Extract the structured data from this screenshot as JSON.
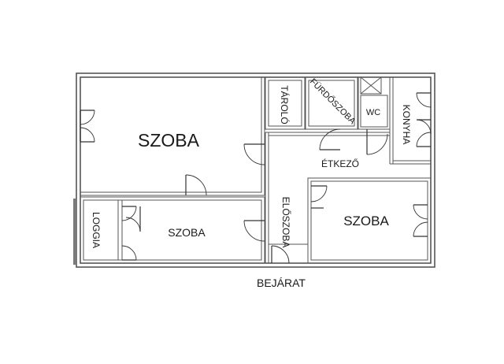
{
  "plan": {
    "rooms": [
      {
        "id": "szoba-1",
        "label": "SZOBA"
      },
      {
        "id": "szoba-2",
        "label": "SZOBA"
      },
      {
        "id": "szoba-3",
        "label": "SZOBA"
      },
      {
        "id": "tarolo",
        "label": "TÁROLÓ"
      },
      {
        "id": "furdoszoba",
        "label": "FÜRDŐSZOBA"
      },
      {
        "id": "wc",
        "label": "WC"
      },
      {
        "id": "konyha",
        "label": "KONYHA"
      },
      {
        "id": "etkezo",
        "label": "ÉTKEZŐ"
      },
      {
        "id": "eloszoba",
        "label": "ELŐSZOBA"
      },
      {
        "id": "loggia",
        "label": "LOGGIA"
      }
    ],
    "entrance_label": "BEJÁRAT"
  }
}
